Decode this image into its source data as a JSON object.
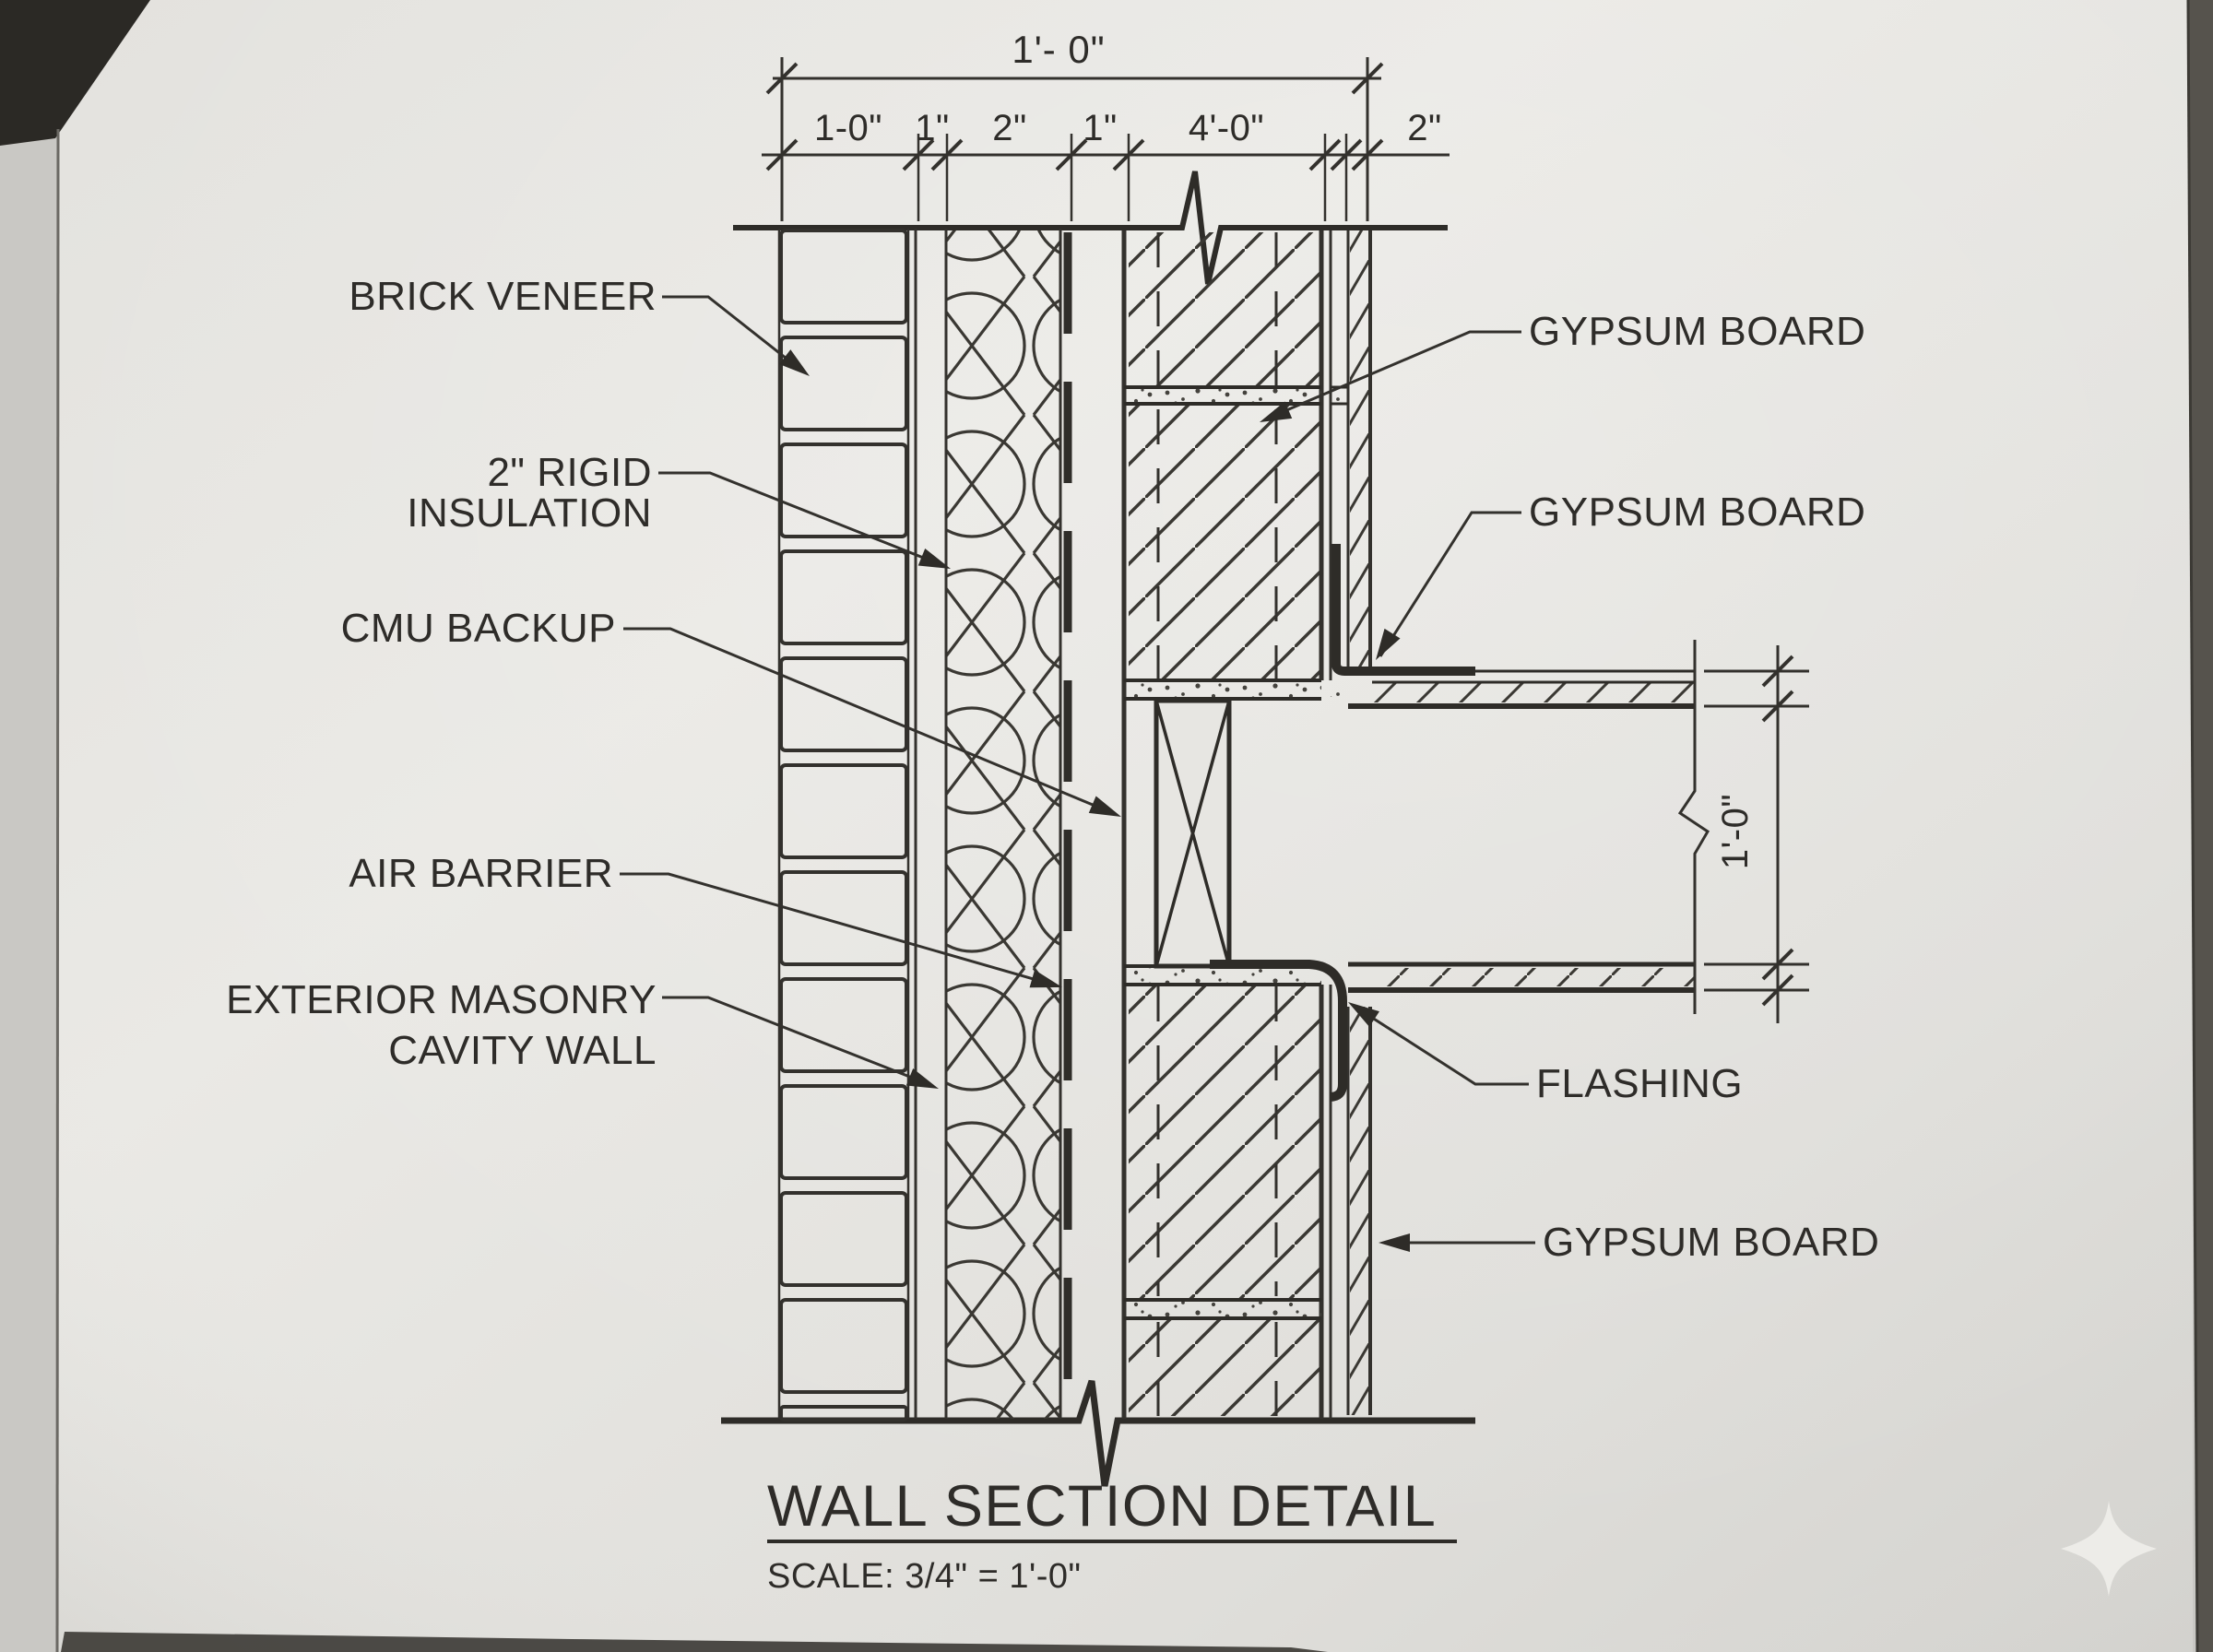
{
  "drawing": {
    "title": "WALL SECTION DETAIL",
    "scale_note": "SCALE: 3/4\" = 1'-0\"",
    "dimensions": {
      "overall_width": "1'- 0\"",
      "segments": [
        "1-0\"",
        "1\"",
        "2\"",
        "1\"",
        "4'-0\"",
        "2\""
      ],
      "floor_depth": "1'-0\""
    },
    "labels": {
      "brick_veneer": "BRICK VENEER",
      "rigid_insulation_line1": "2\" RIGID",
      "rigid_insulation_line2": "INSULATION",
      "cmu_backup": "CMU BACKUP",
      "air_barrier": "AIR BARRIER",
      "exterior_masonry_line1": "EXTERIOR MASONRY",
      "exterior_masonry_line2": "CAVITY WALL",
      "gypsum_board_upper": "GYPSUM BOARD",
      "gypsum_board_ceiling": "GYPSUM BOARD",
      "flashing": "FLASHING",
      "gypsum_board_lower": "GYPSUM BOARD"
    },
    "colors": {
      "paper": "#e7e6e2",
      "line": "#33312d",
      "text": "#2e2c29"
    },
    "icons": {
      "watermark": "sparkle-icon"
    }
  }
}
